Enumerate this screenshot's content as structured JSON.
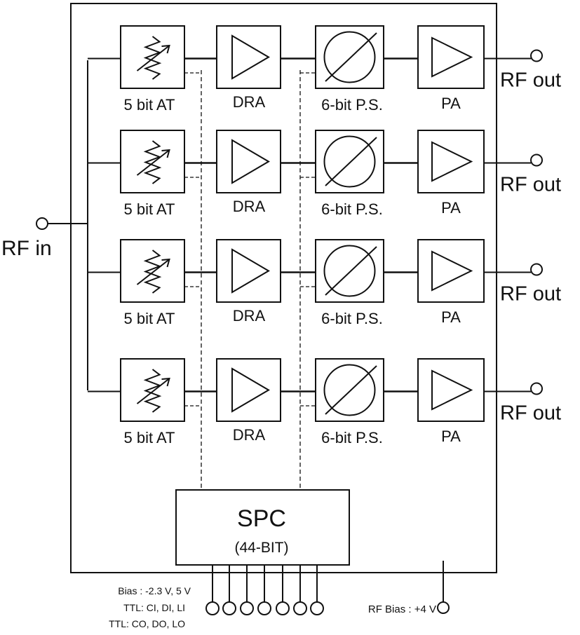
{
  "input_label": "RF in",
  "output_label": "RF out",
  "channels": [
    {
      "attenuator": "5 bit AT",
      "driver_amp": "DRA",
      "phase_shifter": "6-bit P.S.",
      "power_amp": "PA"
    },
    {
      "attenuator": "5 bit AT",
      "driver_amp": "DRA",
      "phase_shifter": "6-bit P.S.",
      "power_amp": "PA"
    },
    {
      "attenuator": "5 bit AT",
      "driver_amp": "DRA",
      "phase_shifter": "6-bit P.S.",
      "power_amp": "PA"
    },
    {
      "attenuator": "5 bit AT",
      "driver_amp": "DRA",
      "phase_shifter": "6-bit P.S.",
      "power_amp": "PA"
    }
  ],
  "controller": {
    "name": "SPC",
    "bits": "(44-BIT)"
  },
  "pin_notes": [
    "Bias : -2.3 V, 5 V",
    "TTL: CI, DI, LI",
    "TTL: CO, DO, LO"
  ],
  "rf_bias": "RF Bias : +4 V"
}
